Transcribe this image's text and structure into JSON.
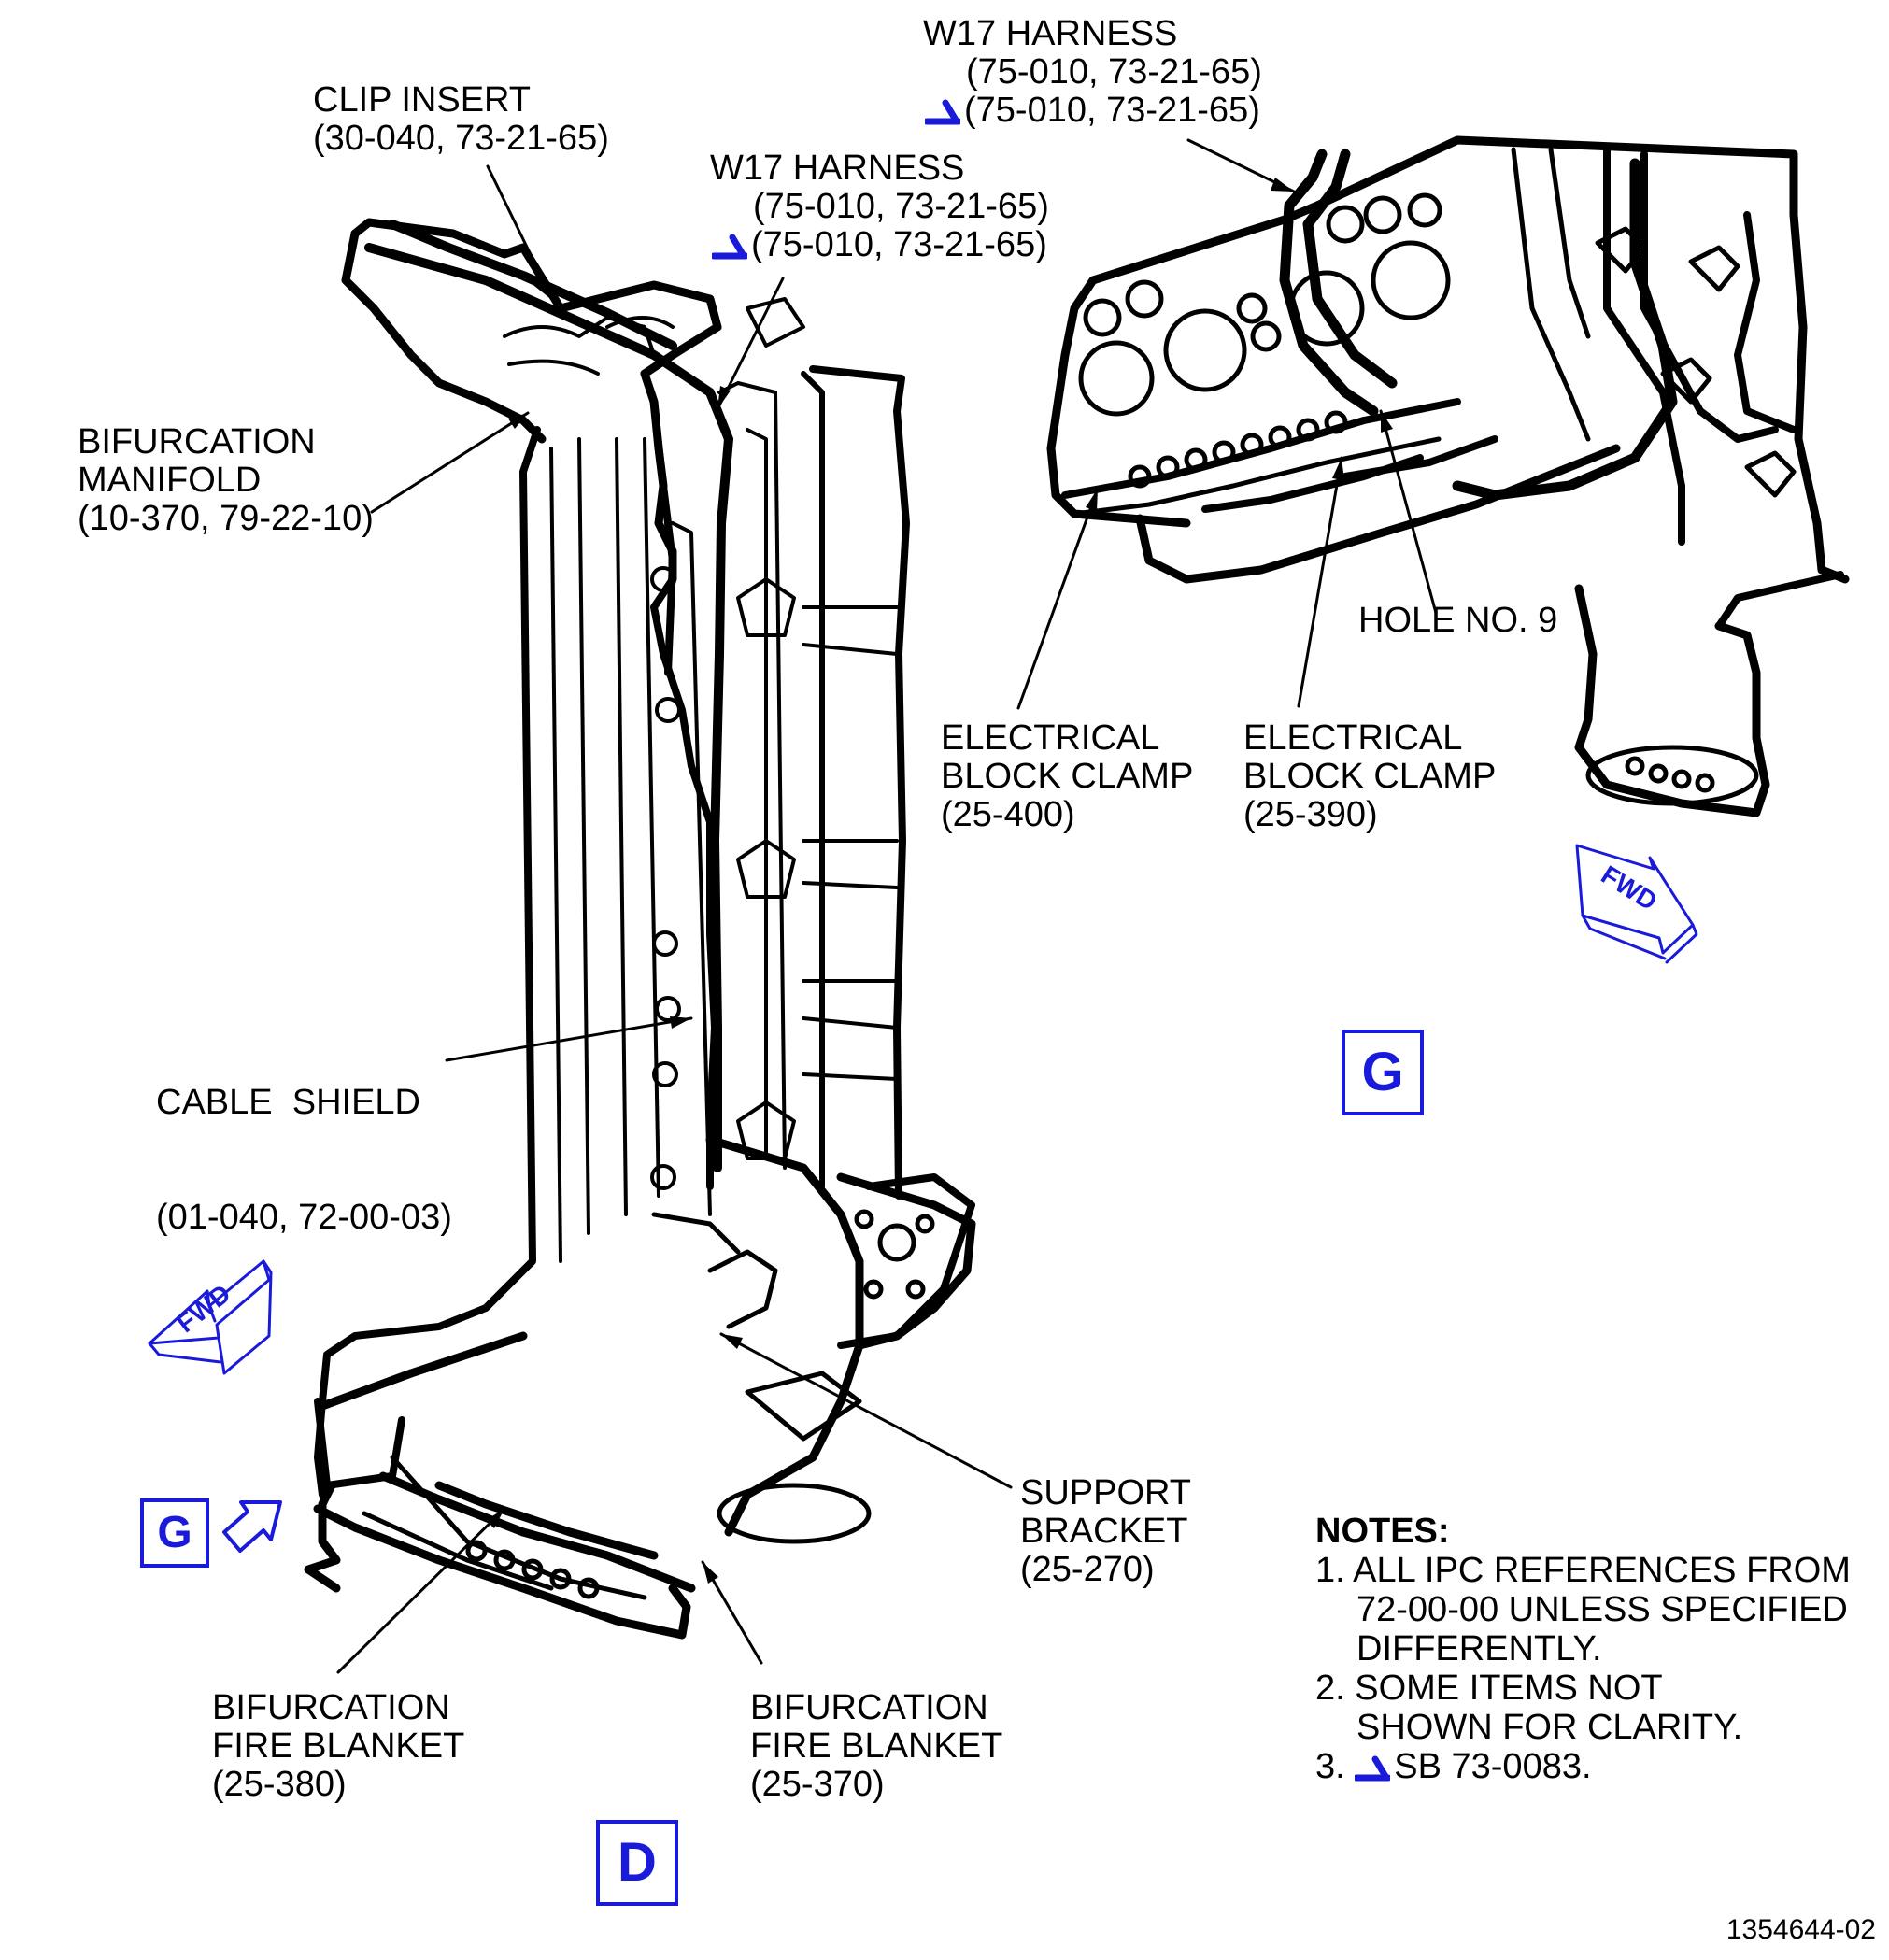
{
  "labels": {
    "w17_top": {
      "line1": "W17 HARNESS",
      "line2": "(75-010, 73-21-65)",
      "line3": "(75-010, 73-21-65)"
    },
    "w17_mid": {
      "line1": "W17 HARNESS",
      "line2": "(75-010, 73-21-65)",
      "line3": "(75-010, 73-21-65)"
    },
    "clip_insert": {
      "line1": "CLIP INSERT",
      "line2": "(30-040, 73-21-65)"
    },
    "bifurcation_manifold": {
      "line1": "BIFURCATION",
      "line2": "MANIFOLD",
      "line3": "(10-370, 79-22-10)"
    },
    "cable_shield": {
      "line1": "CABLE  SHIELD",
      "line2": "(01-040, 72-00-03)"
    },
    "support_bracket": {
      "line1": "SUPPORT",
      "line2": "BRACKET",
      "line3": "(25-270)"
    },
    "fire_blanket_380": {
      "line1": "BIFURCATION",
      "line2": "FIRE BLANKET",
      "line3": "(25-380)"
    },
    "fire_blanket_370": {
      "line1": "BIFURCATION",
      "line2": "FIRE BLANKET",
      "line3": "(25-370)"
    },
    "elec_block_clamp_400": {
      "line1": "ELECTRICAL",
      "line2": "BLOCK CLAMP",
      "line3": "(25-400)"
    },
    "elec_block_clamp_390": {
      "line1": "ELECTRICAL",
      "line2": "BLOCK CLAMP",
      "line3": "(25-390)"
    },
    "hole_no_9": "HOLE NO. 9"
  },
  "views": {
    "view_g_main": "G",
    "view_g_callout": "G",
    "view_d": "D"
  },
  "fwd_arrows": {
    "left": "FWD",
    "right": "FWD"
  },
  "notes": {
    "title": "NOTES:",
    "n1_a": "1. ALL IPC REFERENCES FROM",
    "n1_b": "72-00-00 UNLESS SPECIFIED",
    "n1_c": "DIFFERENTLY.",
    "n2_a": "2. SOME ITEMS NOT",
    "n2_b": "SHOWN FOR CLARITY.",
    "n3_num": "3.",
    "n3_text": "SB 73-0083."
  },
  "drawing_number": "1354644-02",
  "colors": {
    "ink": "#000000",
    "view_blue": "#1a1adb",
    "effectivity_blue": "#1a1adb"
  },
  "icons": {
    "effectivity": "effectivity-flag-icon",
    "fwd": "fwd-arrow-icon",
    "view": "view-arrow-icon"
  }
}
